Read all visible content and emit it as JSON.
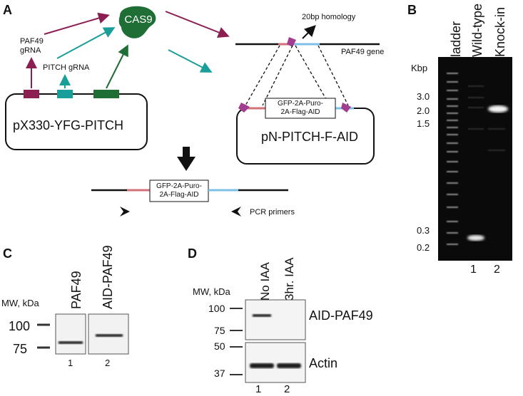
{
  "panels": {
    "a": "A",
    "b": "B",
    "c": "C",
    "d": "D"
  },
  "panel_a": {
    "cas9": "CAS9",
    "paf49_grna_1": "PAF49",
    "paf49_grna_2": "gRNA",
    "pitch_grna": "PITCH gRNA",
    "plasmid1": "pX330-YFG-PITCH",
    "plasmid2": "pN-PITCH-F-AID",
    "homology": "20bp homology",
    "gene": "PAF49 gene",
    "insert_line1": "GFP-2A-Puro-",
    "insert_line2": "2A-Flag-AID",
    "pcr": "PCR primers"
  },
  "panel_b": {
    "lanes": [
      "ladder",
      "Wild-type",
      "Knock-in"
    ],
    "unit": "Kbp",
    "ticks": [
      "3.0",
      "2.0",
      "1.5",
      "0.3",
      "0.2"
    ],
    "lane_numbers": [
      "1",
      "2"
    ]
  },
  "panel_c": {
    "mw": "MW, kDa",
    "lanes": [
      "PAF49",
      "AID-PAF49"
    ],
    "markers": [
      "100",
      "75"
    ],
    "lane_numbers": [
      "1",
      "2"
    ]
  },
  "panel_d": {
    "mw": "MW, kDa",
    "lanes": [
      "No IAA",
      "3hr. IAA"
    ],
    "markers_top": [
      "100",
      "75"
    ],
    "markers_bottom": [
      "50",
      "37"
    ],
    "blot_top": "AID-PAF49",
    "blot_bottom": "Actin",
    "lane_numbers": [
      "1",
      "2"
    ]
  },
  "colors": {
    "magenta": "#8b1f52",
    "teal": "#1a9e9a",
    "green": "#1f6e36",
    "pink_arm": "#d4707a",
    "blue_arm": "#7cc0e6",
    "guide_mark": "#a23e8f"
  }
}
